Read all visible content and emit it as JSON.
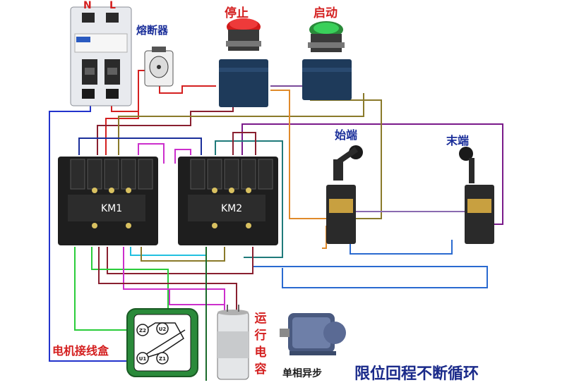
{
  "breaker": {
    "terminal_n": "N",
    "terminal_l": "L"
  },
  "fuse": {
    "label": "熔断器"
  },
  "stop_button": {
    "label": "停止"
  },
  "start_button": {
    "label": "启动"
  },
  "limit_start": {
    "label": "始端"
  },
  "limit_end": {
    "label": "末端"
  },
  "contactor_1": {
    "label": "KM1"
  },
  "contactor_2": {
    "label": "KM2"
  },
  "motor_box": {
    "label": "电机接线盒",
    "terminals": [
      "Z2",
      "U2",
      "U1",
      "Z1"
    ]
  },
  "capacitor": {
    "label_chars": [
      "运",
      "行",
      "电",
      "容"
    ]
  },
  "motor": {
    "label": "单相异步"
  },
  "footer": {
    "title": "限位回程不断循环"
  },
  "colors": {
    "label_red": "#d42020",
    "label_blue": "#1b2f9a",
    "box_green": "#2a8a3a"
  }
}
